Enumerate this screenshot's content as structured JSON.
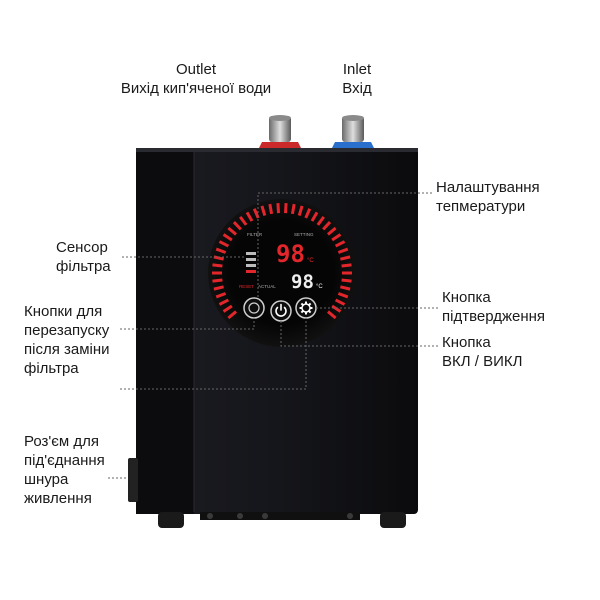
{
  "callouts": {
    "outlet": {
      "line1": "Outlet",
      "line2": "Вихід кип'яченої води"
    },
    "inlet": {
      "line1": "Inlet",
      "line2": "Вхід"
    },
    "temp_setting": {
      "line1": "Налаштування",
      "line2": "тепмератури"
    },
    "filter_sensor": {
      "line1": "Сенсор",
      "line2": "фільтра"
    },
    "filter_reset": {
      "line1": "Кнопки для",
      "line2": "перезапуску",
      "line3": "після заміни",
      "line4": "фільтра"
    },
    "confirm_button": {
      "line1": "Кнопка",
      "line2": "підтвердження"
    },
    "power_button": {
      "line1": "Кнопка",
      "line2": "ВКЛ / ВИКЛ"
    },
    "power_socket": {
      "line1": "Роз'єм для",
      "line2": "під'єднання",
      "line3": "шнура",
      "line4": "живлення"
    }
  },
  "display": {
    "filter_label": "FILTER",
    "setting_label": "SETTING",
    "setting_temp": "98",
    "actual_label": "ACTUAL",
    "actual_temp": "98",
    "unit": "°C",
    "reset_label": "RESET"
  },
  "colors": {
    "body": "#111114",
    "accent_red": "#e3262b",
    "outlet_pipe": "#cc2a2a",
    "inlet_pipe": "#2a6fcc"
  },
  "icons": {
    "filter_reset_button": "circle-icon",
    "power_button": "power-icon",
    "confirm_button": "gear-icon"
  }
}
